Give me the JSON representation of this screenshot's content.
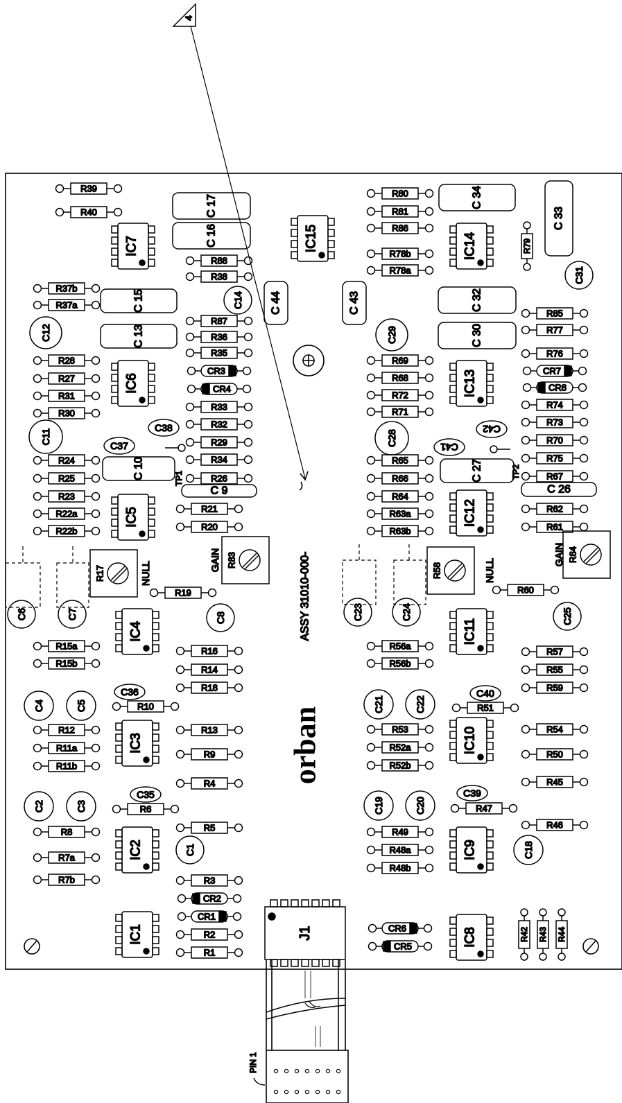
{
  "revision_marker": "4",
  "assembly_label": "ASSY 31010-000-",
  "brand_text": "orban",
  "pin1_label": "PIN 1",
  "connector_label": "J1",
  "test_points": [
    "TP1",
    "TP2"
  ],
  "trim_labels": {
    "null": "NULL",
    "gain": "GAIN"
  },
  "integrated_circuits": [
    "IC1",
    "IC2",
    "IC3",
    "IC4",
    "IC5",
    "IC6",
    "IC7",
    "IC8",
    "IC9",
    "IC10",
    "IC11",
    "IC12",
    "IC13",
    "IC14",
    "IC15"
  ],
  "potentiometers": [
    "R17",
    "R83",
    "R58",
    "R84"
  ],
  "box_capacitors": [
    "C17",
    "C16",
    "C15",
    "C13",
    "C10",
    "C9",
    "C44",
    "C43",
    "C34",
    "C33",
    "C32",
    "C30",
    "C27",
    "C26"
  ],
  "round_capacitors": [
    "C12",
    "C11",
    "C14",
    "C38",
    "C37",
    "C8",
    "C4",
    "C5",
    "C36",
    "C35",
    "C2",
    "C3",
    "C1",
    "C6",
    "C7",
    "C29",
    "C28",
    "C42",
    "C41",
    "C31",
    "C25",
    "C23",
    "C24",
    "C21",
    "C22",
    "C40",
    "C39",
    "C19",
    "C20",
    "C18"
  ],
  "diodes": [
    "CR1",
    "CR2",
    "CR3",
    "CR4",
    "CR5",
    "CR6",
    "CR7",
    "CR8"
  ],
  "resistors": [
    "R39",
    "R40",
    "R37b",
    "R37a",
    "R28",
    "R27",
    "R31",
    "R30",
    "R24",
    "R25",
    "R23",
    "R22a",
    "R22b",
    "R15a",
    "R15b",
    "R12",
    "R11a",
    "R11b",
    "R8",
    "R7a",
    "R7b",
    "R88",
    "R38",
    "R87",
    "R36",
    "R35",
    "R33",
    "R32",
    "R29",
    "R34",
    "R26",
    "R21",
    "R20",
    "R19",
    "R16",
    "R14",
    "R18",
    "R10",
    "R13",
    "R9",
    "R4",
    "R6",
    "R5",
    "R3",
    "R2",
    "R1",
    "R80",
    "R81",
    "R86",
    "R78b",
    "R78a",
    "R79",
    "R85",
    "R77",
    "R76",
    "R74",
    "R73",
    "R70",
    "R75",
    "R67",
    "R69",
    "R68",
    "R72",
    "R71",
    "R65",
    "R66",
    "R64",
    "R63a",
    "R63b",
    "R62",
    "R61",
    "R60",
    "R56a",
    "R56b",
    "R57",
    "R55",
    "R59",
    "R51",
    "R53",
    "R52a",
    "R52b",
    "R54",
    "R50",
    "R45",
    "R47",
    "R49",
    "R48a",
    "R48b",
    "R46",
    "R42",
    "R43",
    "R44"
  ]
}
